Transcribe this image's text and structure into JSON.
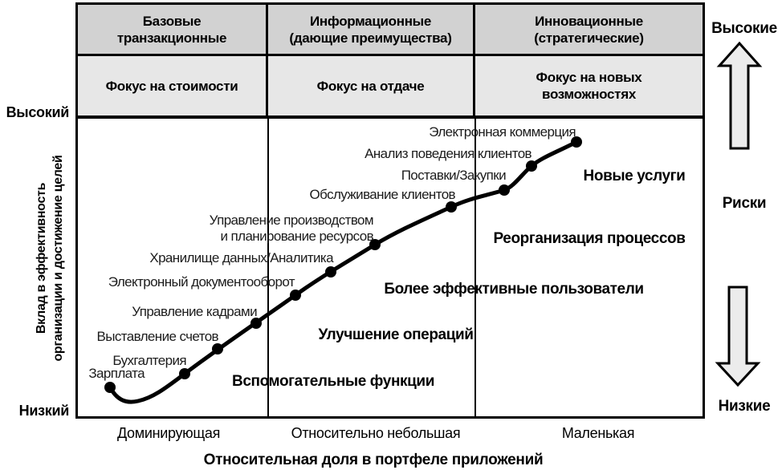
{
  "header": {
    "columns": [
      {
        "line1": "Базовые",
        "line2": "транзакционные",
        "focus1": "Фокус на стоимости",
        "focus2": ""
      },
      {
        "line1": "Информационные",
        "line2": "(дающие преимущества)",
        "focus1": "Фокус на отдаче",
        "focus2": ""
      },
      {
        "line1": "Инновационные",
        "line2": "(стратегические)",
        "focus1": "Фокус на новых",
        "focus2": "возможностях"
      }
    ]
  },
  "y_axis": {
    "high": "Высокий",
    "low": "Низкий",
    "title": "Вклад в эффективность организации и достижение целей",
    "title_line1": "Вклад в эффективность",
    "title_line2": "организации и достижение целей"
  },
  "x_axis": {
    "title": "Относительная доля в портфеле приложений",
    "ticks": [
      "Доминирующая",
      "Относительно небольшая",
      "Маленькая"
    ]
  },
  "risk_axis": {
    "high": "Высокие",
    "label": "Риски",
    "low": "Низкие"
  },
  "curve": {
    "points": [
      {
        "name": "Зарплата"
      },
      {
        "name": "Бухгалтерия"
      },
      {
        "name": "Выставление счетов"
      },
      {
        "name": "Управление кадрами"
      },
      {
        "name": "Электронный документооборот"
      },
      {
        "name": "Хранилище данных/Аналитика"
      },
      {
        "name": "Управление производством и планирование ресурсов",
        "line1": "Управление производством",
        "line2": "и планирование ресурсов"
      },
      {
        "name": "Обслуживание клиентов"
      },
      {
        "name": "Поставки/Закупки"
      },
      {
        "name": "Анализ поведения клиентов"
      },
      {
        "name": "Электронная коммерция"
      }
    ]
  },
  "regions": [
    {
      "label": "Вспомогательные функции"
    },
    {
      "label": "Улучшение операций"
    },
    {
      "label": "Более эффективные пользователи"
    },
    {
      "label": "Реорганизация процессов"
    },
    {
      "label": "Новые услуги"
    }
  ],
  "colors": {
    "header_category_bg": "#d2d2d2",
    "header_focus_bg": "#e7e7e7",
    "line": "#000000",
    "arrow_fill": "#ececec"
  }
}
